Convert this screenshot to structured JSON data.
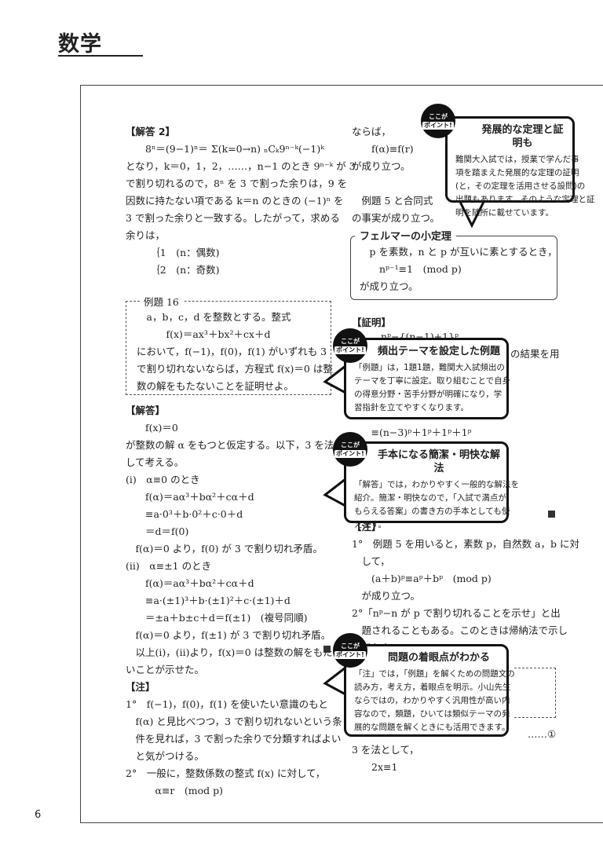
{
  "header": {
    "title": "数学"
  },
  "page_number": "6",
  "left_column": [
    {
      "text": "【解答 2】",
      "bold": true
    },
    {
      "text": "　　8ⁿ＝(9−1)ⁿ＝ Σ(k=0→n) ₙCₖ9ⁿ⁻ᵏ(−1)ᵏ"
    },
    {
      "text": "となり，k＝0，1，2，……，n−1 のとき 9ⁿ⁻ᵏ が 3"
    },
    {
      "text": "で割り切れるので，8ⁿ を 3 で割った余りは，9 を"
    },
    {
      "text": "因数に持たない項である k＝n のときの (−1)ⁿ を"
    },
    {
      "text": "3 で割った余りと一致する。したがって，求める"
    },
    {
      "text": "余りは，"
    },
    {
      "text": "　　　｛1　(n：偶数)"
    },
    {
      "text": "　　　｛2　(n：奇数)"
    }
  ],
  "example_box": {
    "label": "例題 16",
    "lines": [
      "　a，b，c，d を整数とする。整式",
      "　　　f(x)＝ax³＋bx²＋cx＋d",
      "において，f(−1)，f(0)，f(1) がいずれも 3",
      "で割り切れないならば，方程式 f(x)＝0 は整",
      "数の解をもたないことを証明せよ。"
    ]
  },
  "solution": [
    {
      "text": "【解答】",
      "bold": true
    },
    {
      "text": "　　f(x)＝0"
    },
    {
      "text": "が整数の解 α をもつと仮定する。以下，3 を法と"
    },
    {
      "text": "して考える。"
    },
    {
      "text": "(i)　α≡0 のとき"
    },
    {
      "text": "　　f(α)＝aα³＋bα²＋cα＋d"
    },
    {
      "text": "　　≡a·0³＋b·0²＋c·0＋d"
    },
    {
      "text": "　　＝d＝f(0)"
    },
    {
      "text": "　f(α)＝0 より，f(0) が 3 で割り切れ矛盾。"
    },
    {
      "text": "(ii)　α≡±1 のとき"
    },
    {
      "text": "　　f(α)＝aα³＋bα²＋cα＋d"
    },
    {
      "text": "　　≡a·(±1)³＋b·(±1)²＋c·(±1)＋d"
    },
    {
      "text": "　　＝±a＋b±c＋d＝f(±1)　(複号同順)"
    },
    {
      "text": "　f(α)＝0 より，f(±1) が 3 で割り切れ矛盾。"
    },
    {
      "text": "　以上(i)，(ii)より，f(x)＝0 は整数の解をもたな"
    },
    {
      "text": "いことが示せた。"
    },
    {
      "text": "【注】",
      "bold": true
    },
    {
      "text": "1°　f(−1)，f(0)，f(1) を使いたい意識のもと"
    },
    {
      "text": "　f(α) と見比べつつ，3 で割り切れないという条"
    },
    {
      "text": "　件を見れば，3 で割った余りで分類すればよい"
    },
    {
      "text": "　と気がつける。"
    },
    {
      "text": "2°　一般に，整数係数の整式 f(x) に対して，"
    },
    {
      "text": "　　　α≡r　(mod p)"
    }
  ],
  "right_top": [
    "ならば，",
    "　　f(α)≡f(r)",
    "が成り立つ。",
    "",
    "　例題 5 と合同式",
    "の事実が成り立つ。"
  ],
  "fermat_box": {
    "label": "フェルマーの小定理",
    "lines": [
      "　p を素数，n と p が互いに素とするとき，",
      "　　nᵖ⁻¹≡1　(mod p)",
      "が成り立つ。"
    ]
  },
  "right_mid": {
    "proof_label": "【証明】",
    "proof_line": "　　nᵖ−{(n−1)+1}ᵖ",
    "result_fragment": "の結果を用",
    "sum_line": "　≡(n−3)ᵖ＋1ᵖ＋1ᵖ＋1ᵖ"
  },
  "right_note": [
    {
      "text": "【注】",
      "bold": true
    },
    {
      "text": "1°　例題 5 を用いると，素数 p，自然数 a，b に対"
    },
    {
      "text": "　して，"
    },
    {
      "text": "　　(a＋b)ᵖ≡aᵖ＋bᵖ　(mod p)"
    },
    {
      "text": "　が成り立つ。"
    },
    {
      "text": "2°「nᵖ−n が p で割り切れることを示せ」と出"
    },
    {
      "text": "　題されることもある。このときは帰納法で示し"
    },
    {
      "text": "　てもよい。"
    }
  ],
  "right_bottom": {
    "eq_marker": "……①",
    "lines": [
      "3 を法として，",
      "　　2x≡1"
    ]
  },
  "badge": {
    "line1": "ここが",
    "line2": "ポイント!"
  },
  "callouts": [
    {
      "heading": "発展的な定理と証明も",
      "lines": [
        "難関大入試では，授業で学んだ事",
        "項を踏まえた発展的な定理の証明",
        "(と，その定理を活用させる設問)の",
        "出題もあります。そのような定理と証",
        "明を随所に載せています。"
      ]
    },
    {
      "heading": "頻出テーマを設定した例題",
      "lines": [
        "「例題」は，1題1題，難関大入試頻出の",
        "テーマを丁寧に設定。取り組むことで自身",
        "の得意分野・苦手分野が明確になり，学",
        "習指針を立てやすくなります。"
      ]
    },
    {
      "heading": "手本になる簡潔・明快な解法",
      "lines": [
        "「解答」では，わかりやすく一般的な解法を",
        "紹介。簡潔・明快なので，「入試で満点が",
        "もらえる答案」の書き方の手本としても使",
        "えます。"
      ]
    },
    {
      "heading": "問題の着眼点がわかる",
      "lines": [
        "「注」では，「例題」を解くための問題文の",
        "読み方，考え方，着眼点を明示。小山先生",
        "ならではの，わかりやすく汎用性が高い内",
        "容なので，類題，ひいては類似テーマの発",
        "展的な問題を解くときにも活用できます。"
      ]
    }
  ]
}
